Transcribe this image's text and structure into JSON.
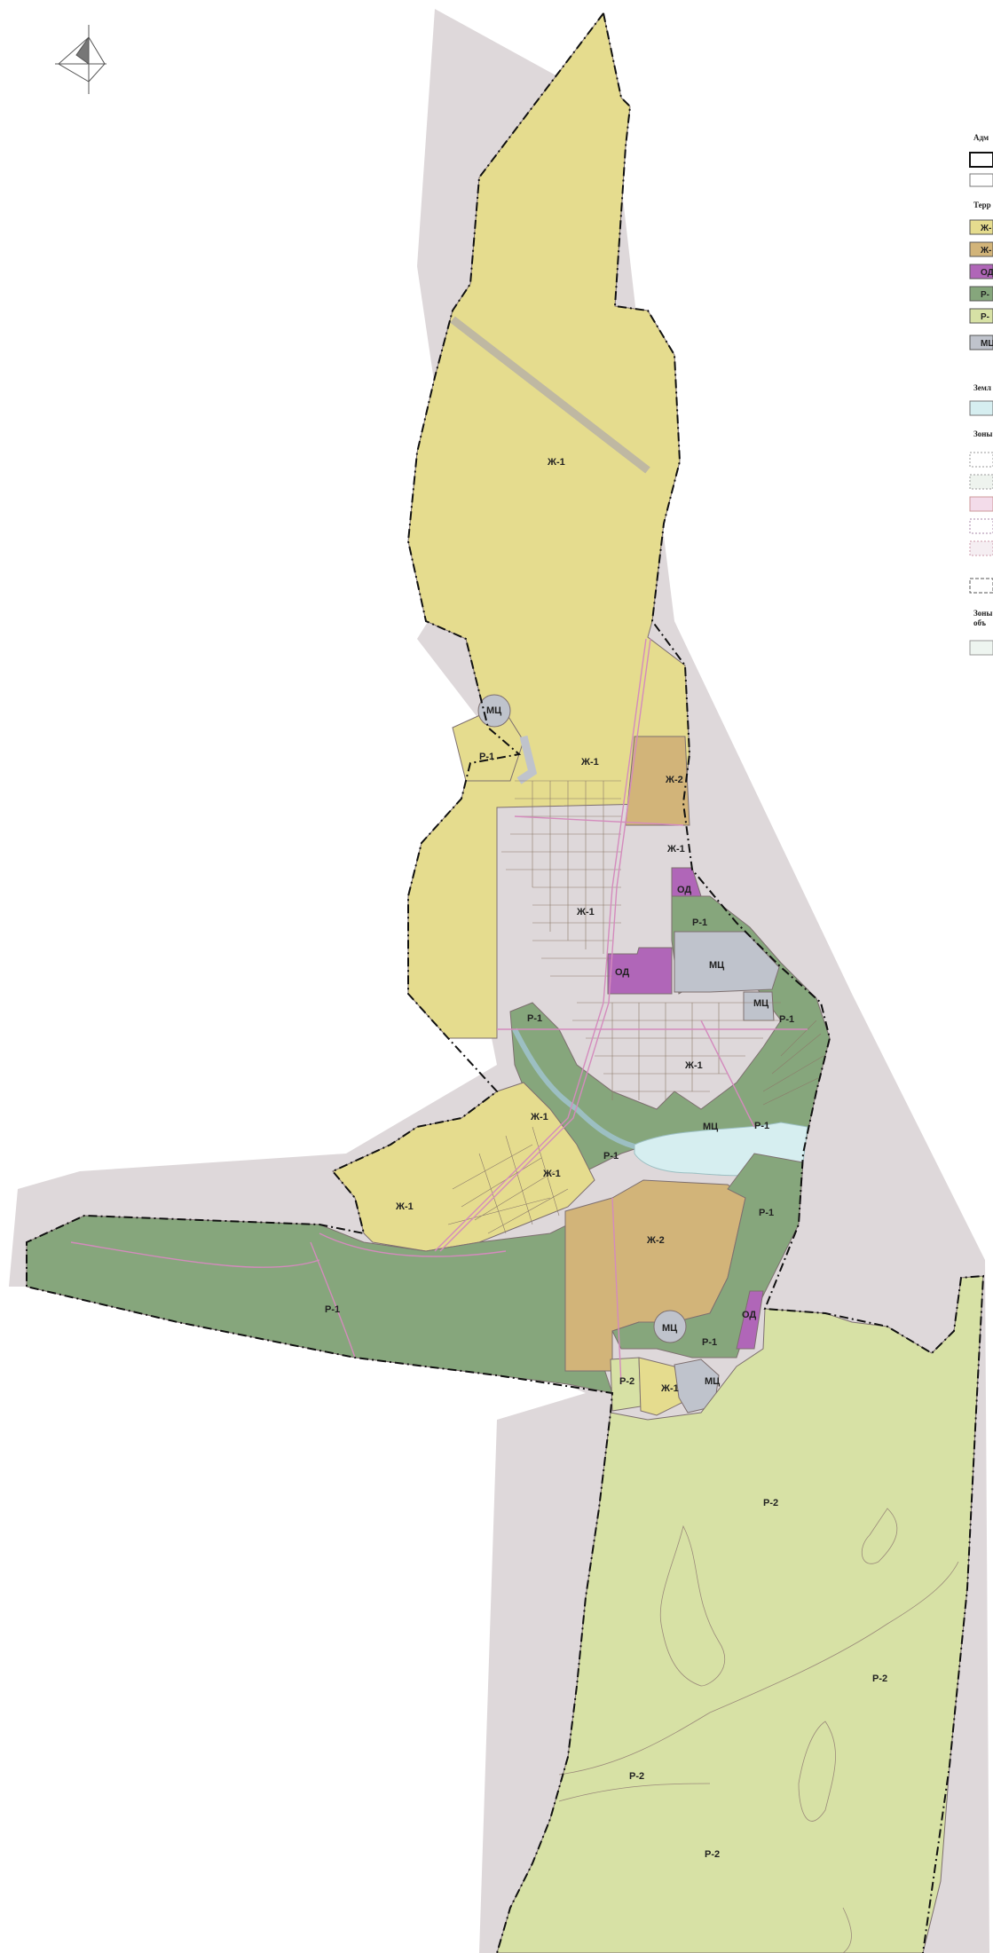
{
  "map": {
    "labels": {
      "zh1_north": "Ж-1",
      "mc_north": "МЦ",
      "r1_north": "Р-1",
      "zh1_center_a": "Ж-1",
      "zh2_north": "Ж-2",
      "zh1_center_b": "Ж-1",
      "od_a": "ОД",
      "r1_center_a": "Р-1",
      "zh1_center_c": "Ж-1",
      "od_b": "ОД",
      "mc_center": "МЦ",
      "r1_west": "Р-1",
      "mc_small": "МЦ",
      "r1_east": "Р-1",
      "zh1_south_a": "Ж-1",
      "mc_lake": "МЦ",
      "r1_lake": "Р-1",
      "zh1_south_b": "Ж-1",
      "r1_lake_w": "Р-1",
      "zh1_south_c": "Ж-1",
      "zh1_southwest": "Ж-1",
      "zh2_south": "Ж-2",
      "r1_southeast": "Р-1",
      "r1_west_strip": "Р-1",
      "mc_south": "МЦ",
      "od_south": "ОД",
      "r1_south": "Р-1",
      "r2_small": "Р-2",
      "zh1_small": "Ж-1",
      "mc_small_south": "МЦ",
      "r2_a": "Р-2",
      "r2_b": "Р-2",
      "r2_c": "Р-2",
      "r2_d": "Р-2"
    },
    "legend": {
      "admin_heading": "Адм",
      "territory_heading": "Терр",
      "land_heading": "Земл",
      "zones_heading": "Зоны",
      "zones_objects_heading_1": "Зоны",
      "zones_objects_heading_2": "объ",
      "items": [
        {
          "label": "Ж-",
          "color": "#e5dc8e"
        },
        {
          "label": "Ж-",
          "color": "#d2b479"
        },
        {
          "label": "ОД",
          "color": "#b066b8"
        },
        {
          "label": "Р-",
          "color": "#86a67c"
        },
        {
          "label": "Р-",
          "color": "#d7e1a5"
        },
        {
          "label": "МЦ",
          "color": "#bfc3cc"
        }
      ]
    }
  },
  "colors": {
    "zh1": "#e5dc8e",
    "zh2": "#d2b479",
    "od": "#b066b8",
    "r1": "#86a67c",
    "r2": "#d7e1a5",
    "mc": "#bfc3cc",
    "water": "#d6eef0",
    "boundary_shadow": "#dad4d6",
    "street": "#d48bbd"
  }
}
